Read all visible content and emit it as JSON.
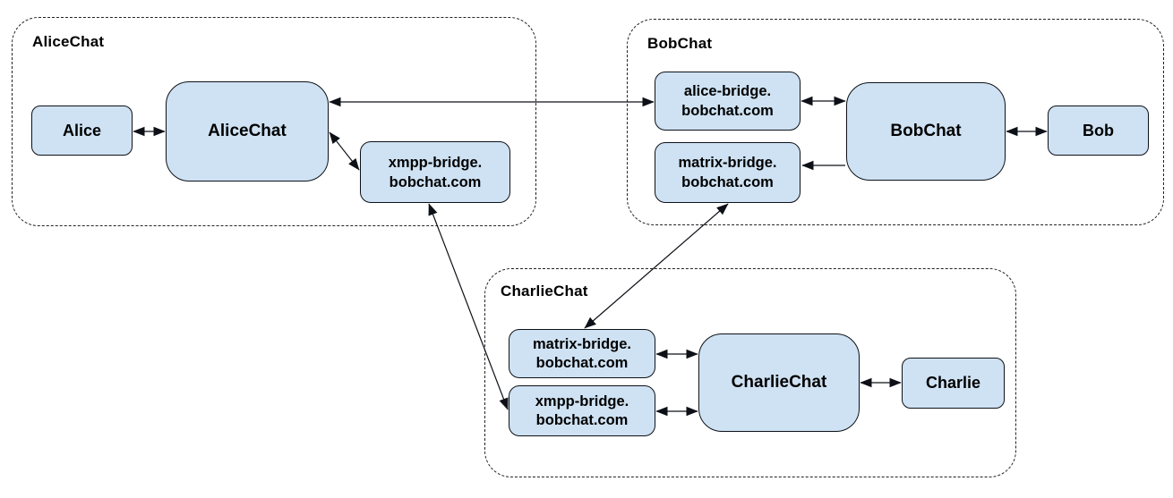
{
  "diagram": {
    "title_visible": false,
    "colors": {
      "node_fill": "#cfe2f3",
      "node_border": "#0d1117",
      "arrow": "#0d1117",
      "container_border": "#222222",
      "background": "#ffffff",
      "text": "#000000"
    },
    "containers": {
      "alicechat": {
        "label": "AliceChat"
      },
      "bobchat": {
        "label": "BobChat"
      },
      "charliechat": {
        "label": "CharlieChat"
      }
    },
    "nodes": {
      "alice_user": {
        "label": "Alice"
      },
      "alicechat_server": {
        "label": "AliceChat"
      },
      "xmpp_bridge_alice": {
        "line1": "xmpp-bridge.",
        "line2": "bobchat.com"
      },
      "alice_bridge_bob": {
        "line1": "alice-bridge.",
        "line2": "bobchat.com"
      },
      "matrix_bridge_bob": {
        "line1": "matrix-bridge.",
        "line2": "bobchat.com"
      },
      "bobchat_server": {
        "label": "BobChat"
      },
      "bob_user": {
        "label": "Bob"
      },
      "matrix_bridge_charlie": {
        "line1": "matrix-bridge.",
        "line2": "bobchat.com"
      },
      "xmpp_bridge_charlie": {
        "line1": "xmpp-bridge.",
        "line2": "bobchat.com"
      },
      "charliechat_server": {
        "label": "CharlieChat"
      },
      "charlie_user": {
        "label": "Charlie"
      }
    },
    "connections": [
      {
        "from": "alice_user",
        "to": "alicechat_server",
        "bidirectional": true
      },
      {
        "from": "alicechat_server",
        "to": "alice_bridge_bob",
        "bidirectional": true
      },
      {
        "from": "alicechat_server",
        "to": "xmpp_bridge_alice",
        "bidirectional": true
      },
      {
        "from": "alice_bridge_bob",
        "to": "bobchat_server",
        "bidirectional": true
      },
      {
        "from": "bobchat_server",
        "to": "matrix_bridge_bob",
        "bidirectional": false
      },
      {
        "from": "bobchat_server",
        "to": "bob_user",
        "bidirectional": true
      },
      {
        "from": "matrix_bridge_bob",
        "to": "matrix_bridge_charlie",
        "bidirectional": true
      },
      {
        "from": "xmpp_bridge_alice",
        "to": "xmpp_bridge_charlie",
        "bidirectional": true
      },
      {
        "from": "matrix_bridge_charlie",
        "to": "charliechat_server",
        "bidirectional": true
      },
      {
        "from": "xmpp_bridge_charlie",
        "to": "charliechat_server",
        "bidirectional": true
      },
      {
        "from": "charliechat_server",
        "to": "charlie_user",
        "bidirectional": true
      }
    ]
  }
}
